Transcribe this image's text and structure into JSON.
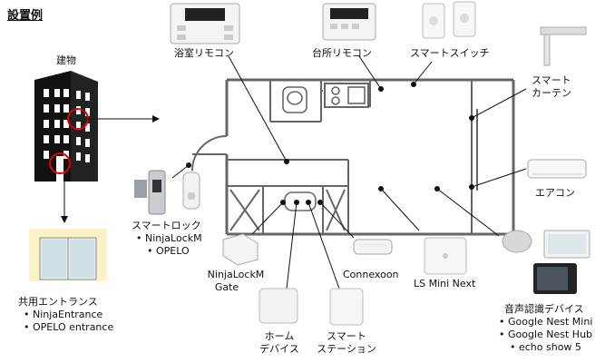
{
  "title": "設置例",
  "building": {
    "label": "建物"
  },
  "entrance": {
    "title": "共用エントランス",
    "items": [
      "• NinjaEntrance",
      "• OPELO entrance"
    ]
  },
  "devices": {
    "bath_remote": "浴室リモコン",
    "kitchen_remote": "台所リモコン",
    "smart_switch": "スマートスイッチ",
    "smart_curtain_1": "スマート",
    "smart_curtain_2": "カーテン",
    "aircon": "エアコン",
    "smart_lock": {
      "title": "スマートロック",
      "items": [
        "• NinjaLockM",
        "• OPELO"
      ]
    },
    "ninjalock_gate_1": "NinjaLockM",
    "ninjalock_gate_2": "Gate",
    "home_device_1": "ホーム",
    "home_device_2": "デバイス",
    "smart_station_1": "スマート",
    "smart_station_2": "ステーション",
    "connexoon": "Connexoon",
    "ls_mini": "LS Mini Next",
    "voice": {
      "title": "音声認識デバイス",
      "items": [
        "• Google Nest Mini",
        "• Google Nest Hub",
        "• echo show 5"
      ]
    }
  }
}
